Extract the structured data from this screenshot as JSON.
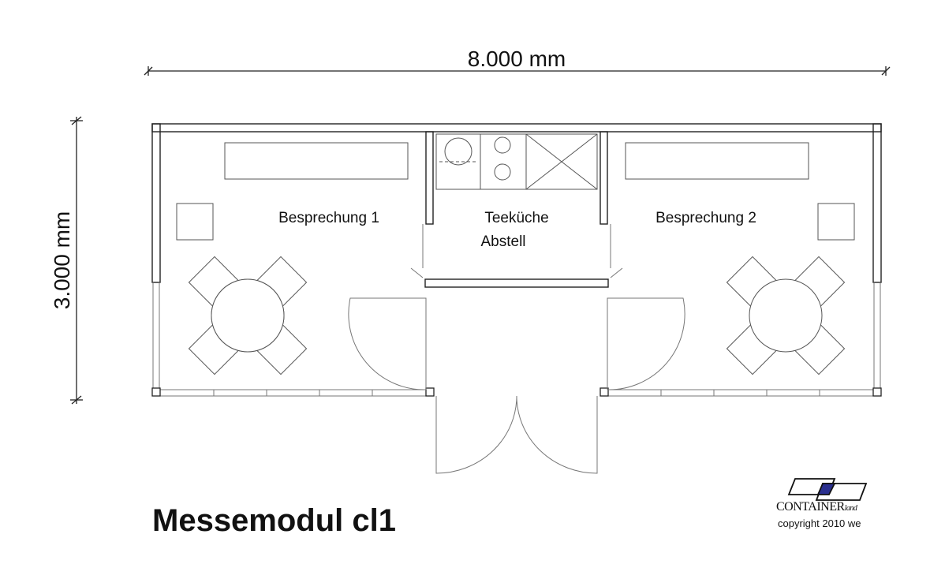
{
  "dimensions": {
    "width_label": "8.000 mm",
    "height_label": "3.000 mm"
  },
  "rooms": {
    "left": "Besprechung 1",
    "center_line1": "Teeküche",
    "center_line2": "Abstell",
    "right": "Besprechung 2"
  },
  "title": "Messemodul cl1",
  "logo": {
    "brand": "CONTAINER",
    "brand_suffix": "land",
    "copyright": "copyright 2010 we",
    "accent_color": "#2a2f8f"
  },
  "colors": {
    "line": "#222222",
    "thin_line": "#555555",
    "background": "#ffffff"
  }
}
